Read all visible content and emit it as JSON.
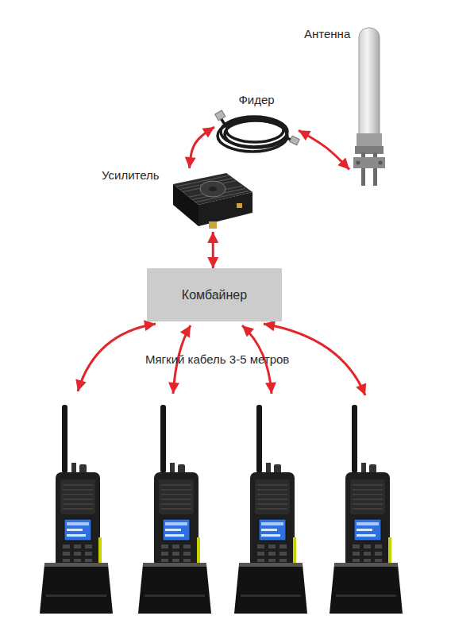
{
  "diagram": {
    "nodes": [
      {
        "text": [
          "Антенна"
        ]
      },
      {
        "text": [
          "Фидер"
        ]
      },
      {
        "text": [
          "Усилитель"
        ]
      },
      {
        "text": [
          "Комбайнер"
        ]
      }
    ],
    "edges": [
      {
        "from": 0,
        "to": 1,
        "arrow": "both"
      },
      {
        "from": 1,
        "to": 2,
        "arrow": "both"
      },
      {
        "from": 2,
        "to": 3,
        "arrow": "both"
      }
    ],
    "labels": [
      "Мягкий кабель 3-5 метров"
    ]
  }
}
